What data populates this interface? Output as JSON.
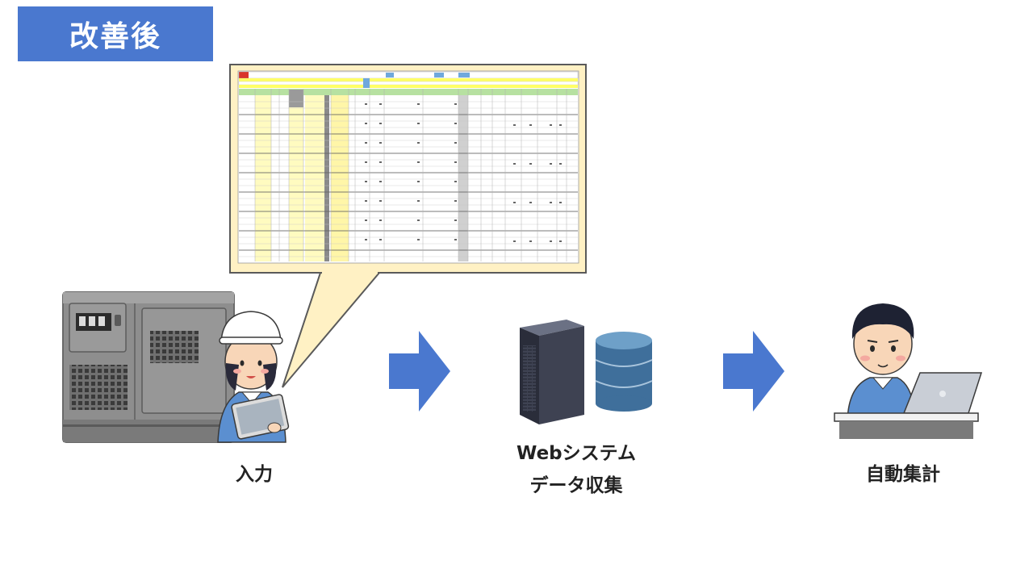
{
  "title": "改善後",
  "steps": [
    {
      "label": "入力",
      "icon": "worker-tablet-generator-icon"
    },
    {
      "label_line1": "Webシステム",
      "label_line2": "データ収集",
      "icon": "server-database-icon"
    },
    {
      "label": "自動集計",
      "icon": "office-worker-laptop-icon"
    }
  ],
  "colors": {
    "title_bg": "#4a78cf",
    "arrow": "#4a78cf",
    "callout_bg": "#fff1c4",
    "callout_border": "#5a5a5a"
  }
}
